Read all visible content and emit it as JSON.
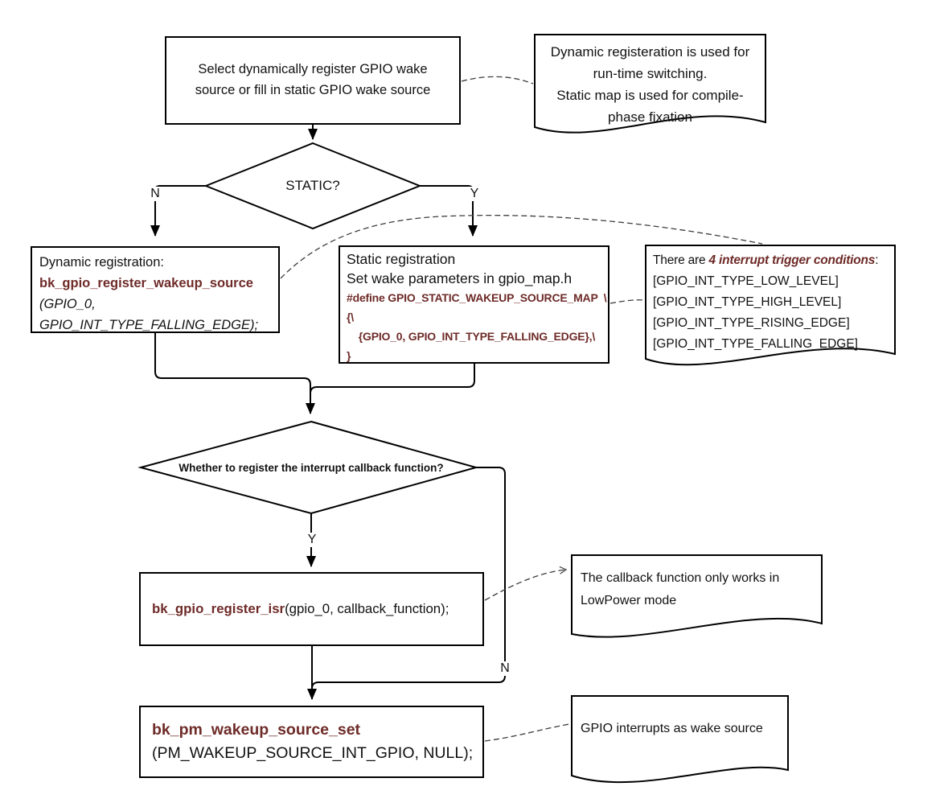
{
  "colors": {
    "maroon": "#6E2B28",
    "line": "#000000",
    "dashed": "#3d3d3d"
  },
  "nodes": {
    "start": {
      "text": "Select dynamically register GPIO wake source or fill in static GPIO wake source"
    },
    "decision_static": {
      "label": "STATIC?",
      "branch_no": "N",
      "branch_yes": "Y"
    },
    "dynamic": {
      "title": "Dynamic registration:",
      "func": "bk_gpio_register_wakeup_source",
      "arg_line1": "(GPIO_0,",
      "arg_line2": "GPIO_INT_TYPE_FALLING_EDGE);"
    },
    "static": {
      "title": "Static registration",
      "subtitle": "Set wake parameters in gpio_map.h",
      "code_line1": "#define GPIO_STATIC_WAKEUP_SOURCE_MAP  \\",
      "code_line2": "{\\",
      "code_line3": "    {GPIO_0, GPIO_INT_TYPE_FALLING_EDGE},\\",
      "code_line4": "}"
    },
    "decision_callback": {
      "label": "Whether to register the interrupt callback function?",
      "branch_yes": "Y",
      "branch_no": "N"
    },
    "register_isr": {
      "func": "bk_gpio_register_isr",
      "args": "(gpio_0, callback_function);"
    },
    "pm_set": {
      "func": "bk_pm_wakeup_source_set",
      "args": "(PM_WAKEUP_SOURCE_INT_GPIO, NULL);"
    }
  },
  "callouts": {
    "registration_note": {
      "line1": "Dynamic registeration is used for run-time switching.",
      "line2": "Static map is used for compile-phase fixation"
    },
    "trigger_note": {
      "prefix": "There are ",
      "emphasis": "4 interrupt trigger conditions",
      "suffix": ":",
      "items": [
        "[GPIO_INT_TYPE_LOW_LEVEL]",
        "[GPIO_INT_TYPE_HIGH_LEVEL]",
        "[GPIO_INT_TYPE_RISING_EDGE]",
        "[GPIO_INT_TYPE_FALLING_EDGE]"
      ]
    },
    "callback_note": {
      "text": "The callback function only works in LowPower mode"
    },
    "wake_note": {
      "text": "GPIO interrupts as wake source"
    }
  }
}
